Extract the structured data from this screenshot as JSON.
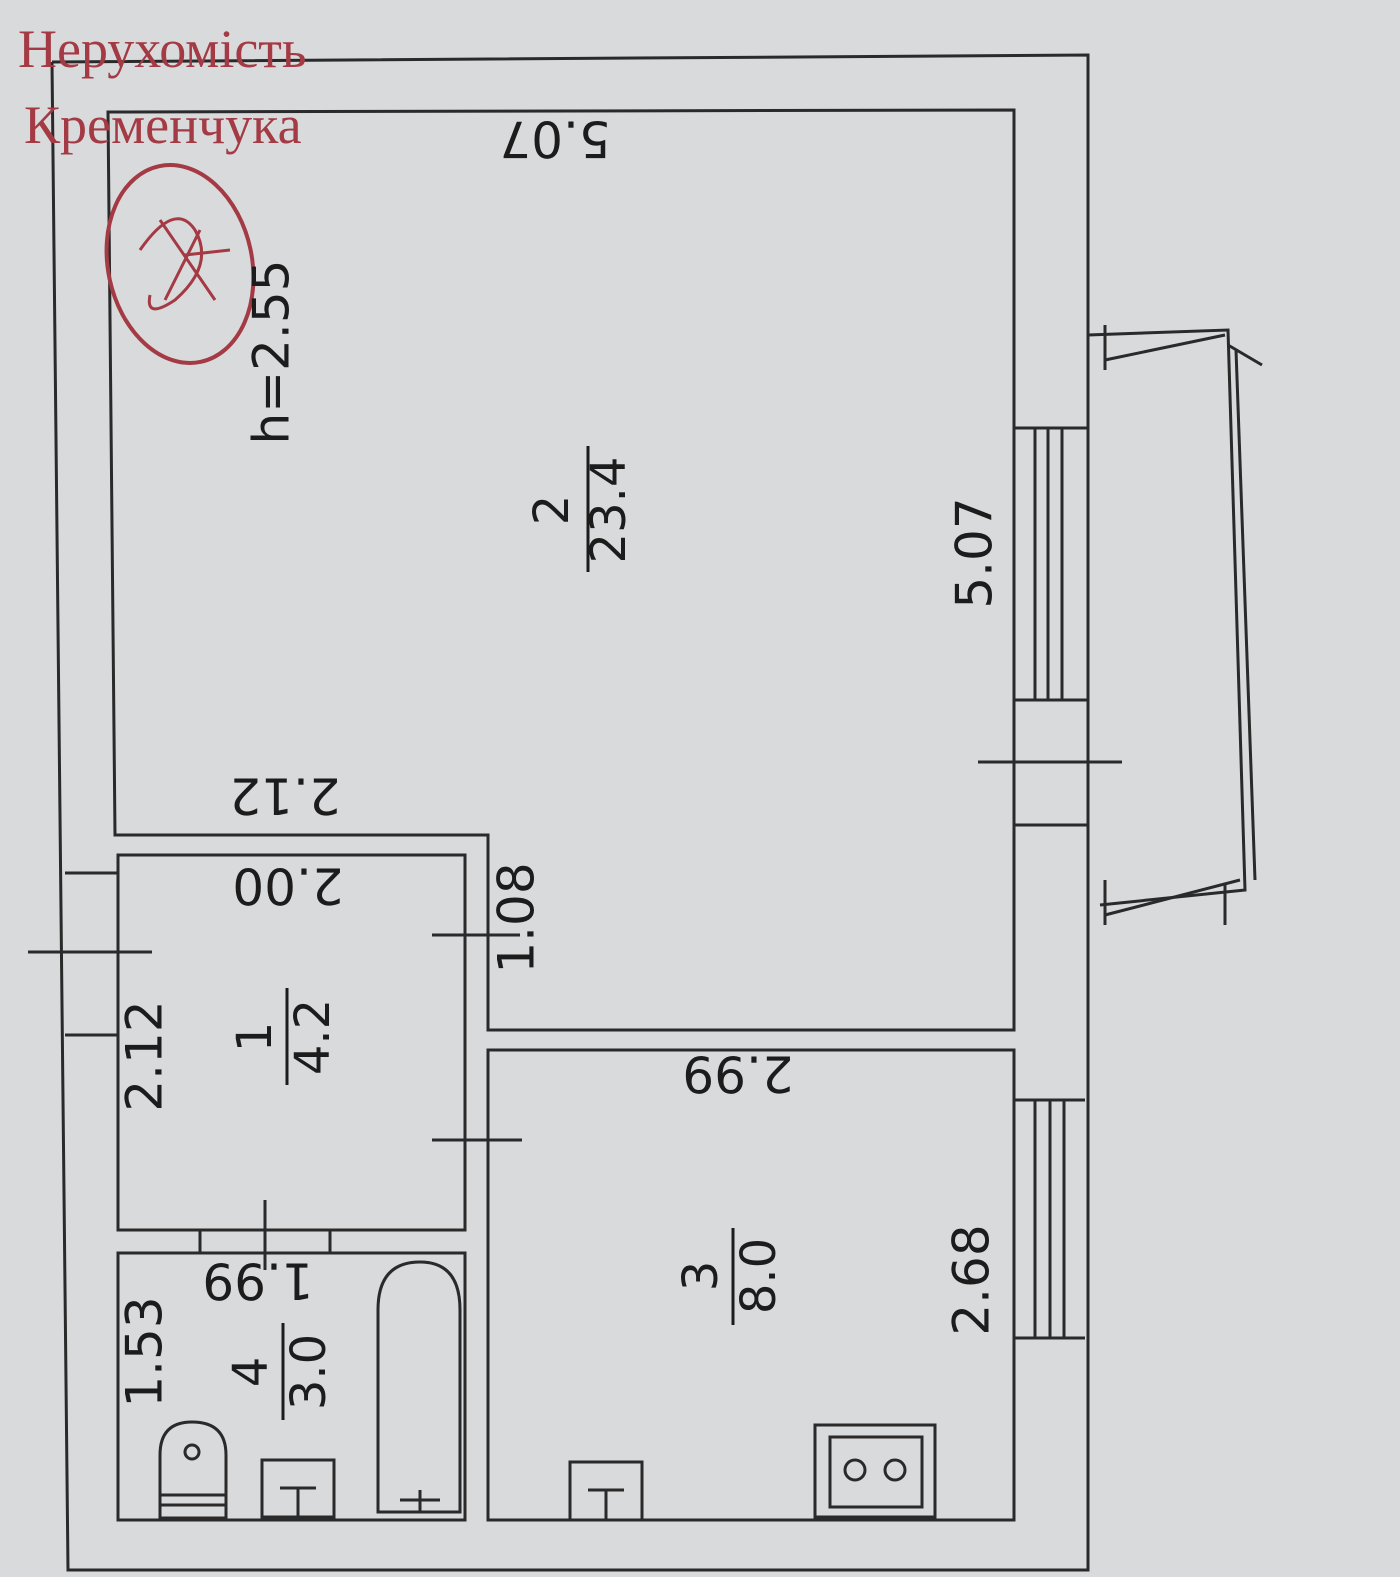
{
  "watermark": {
    "line1": "Нерухомість",
    "line2": "Кременчука",
    "monogram": "НК",
    "color": "#a33a44"
  },
  "ceiling_height": "h=2.55",
  "rooms": [
    {
      "number": "1",
      "area": "4.2",
      "dimensions": [
        "2.00",
        "2.12"
      ]
    },
    {
      "number": "2",
      "area": "23.4",
      "dimensions": [
        "5.07",
        "5.07",
        "2.12",
        "1.08"
      ]
    },
    {
      "number": "3",
      "area": "8.0",
      "dimensions": [
        "2.99",
        "2.68"
      ]
    },
    {
      "number": "4",
      "area": "3.0",
      "dimensions": [
        "1.99",
        "1.53"
      ]
    }
  ]
}
